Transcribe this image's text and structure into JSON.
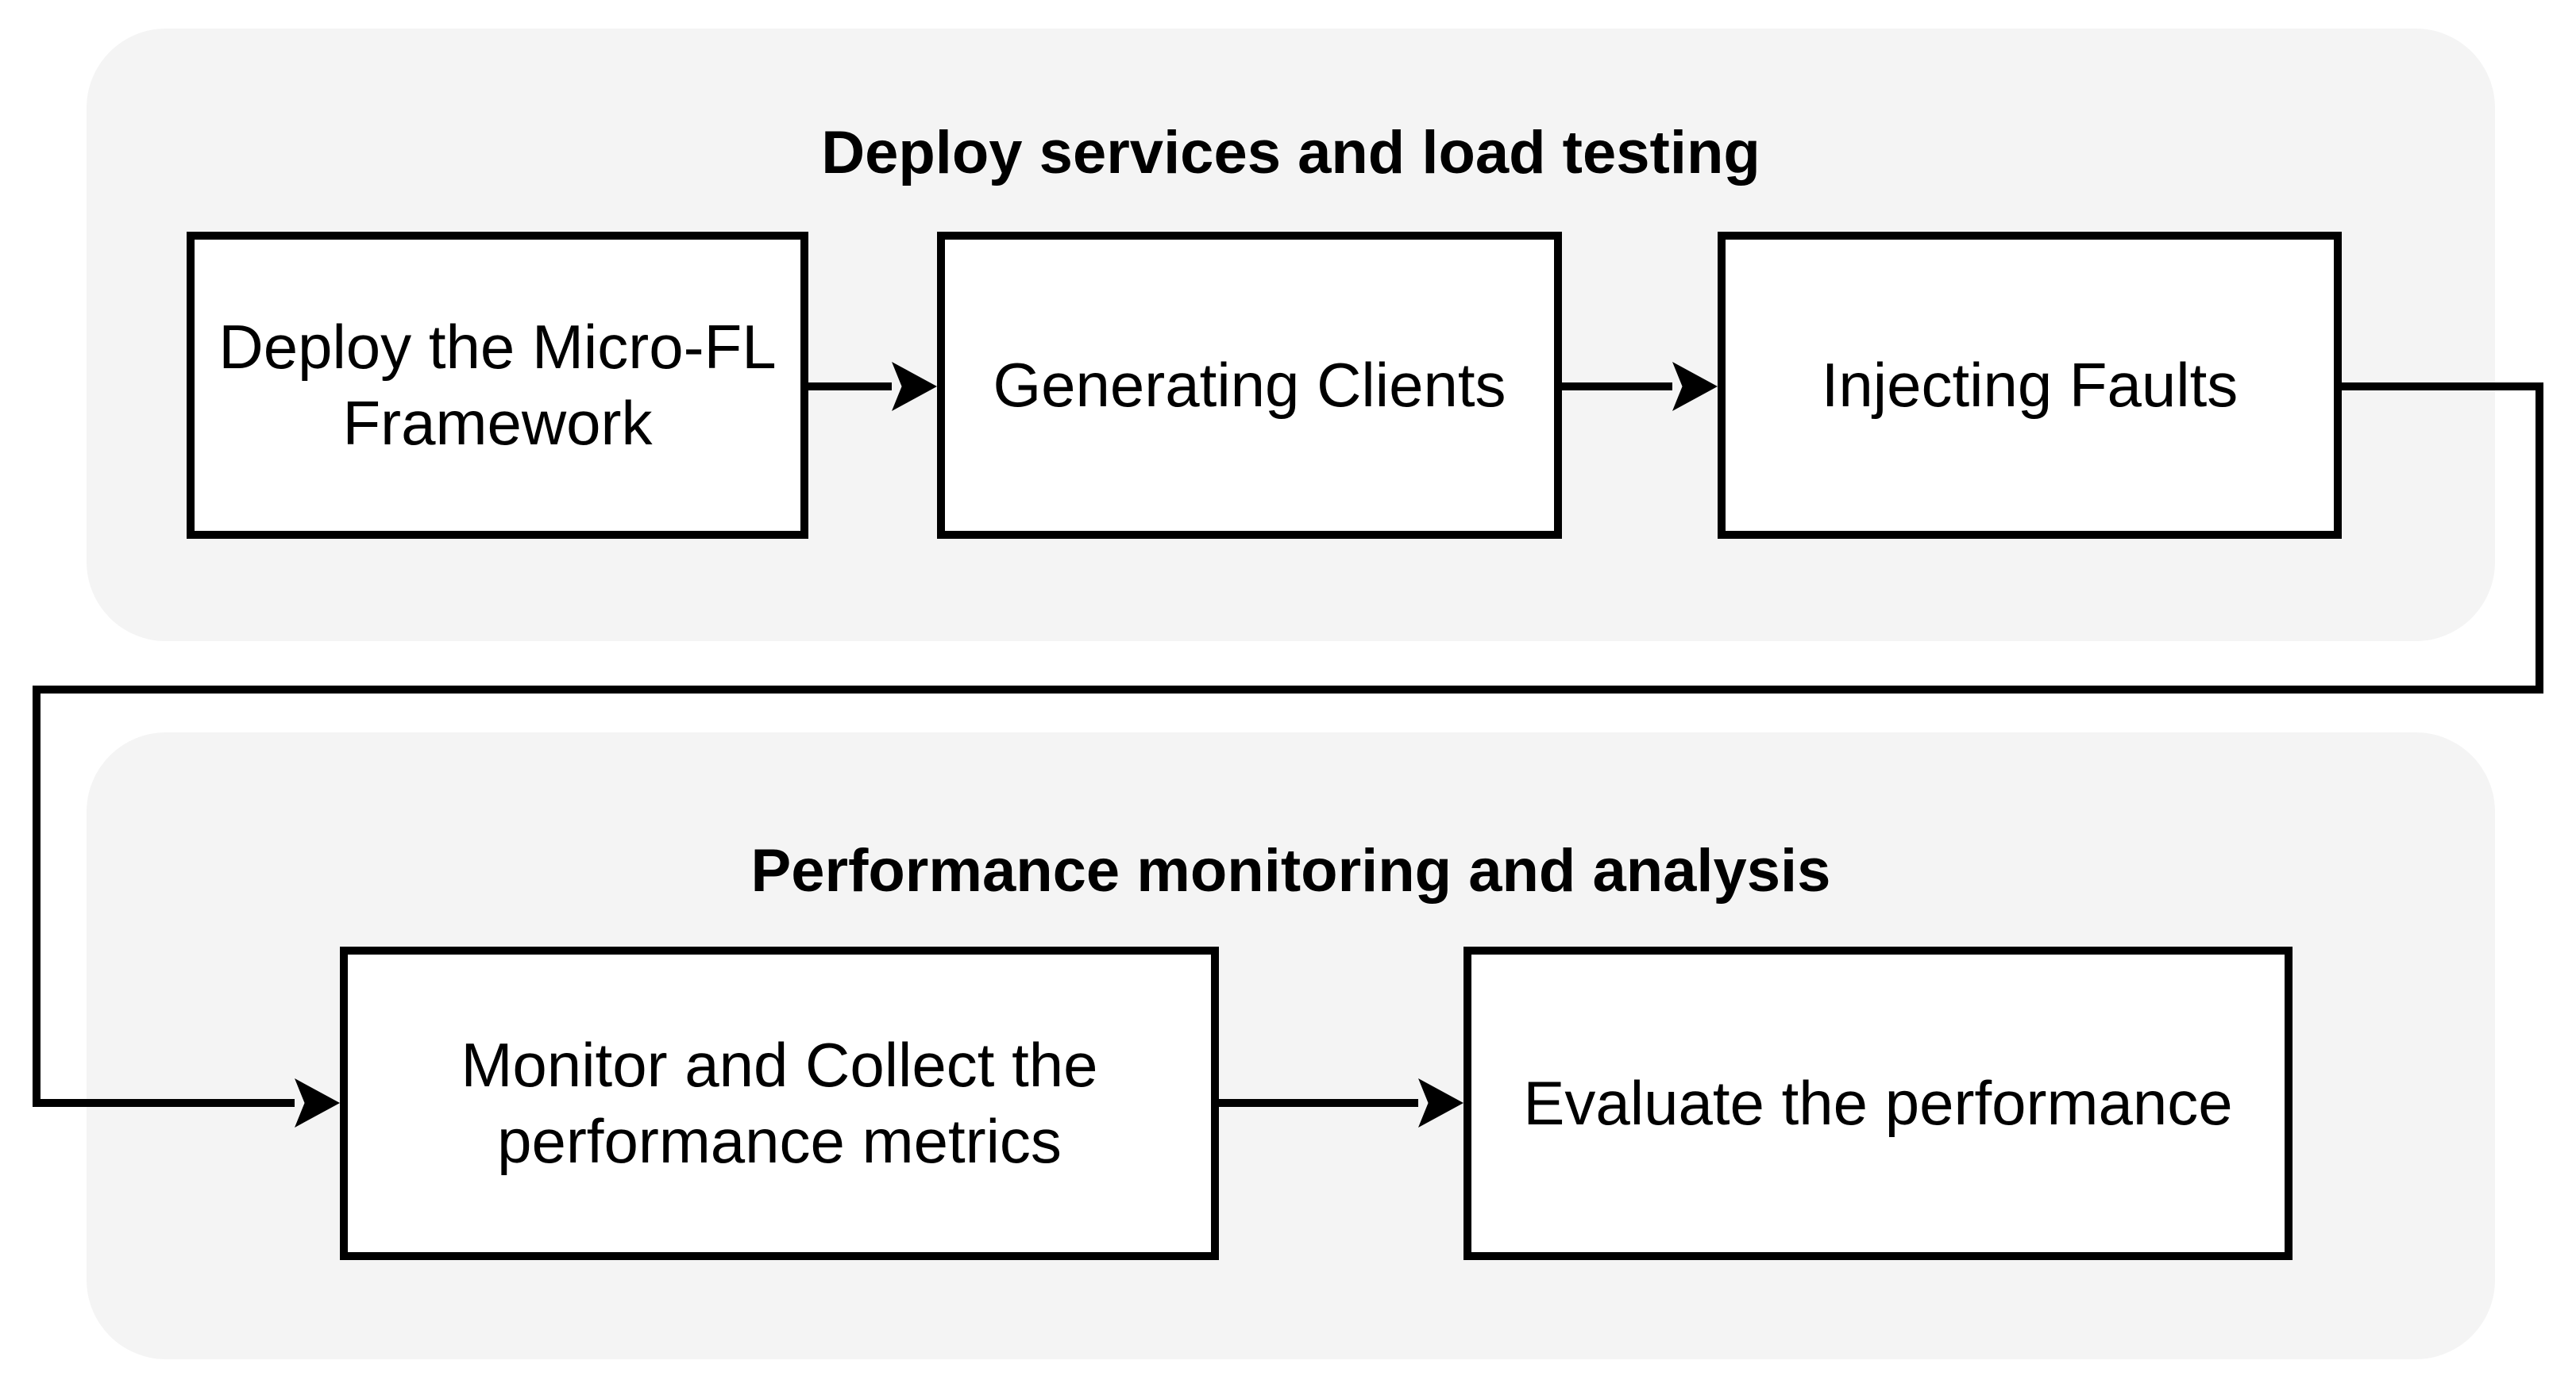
{
  "diagram": {
    "groups": {
      "top": {
        "title": "Deploy services and load testing"
      },
      "bottom": {
        "title": "Performance monitoring and analysis"
      }
    },
    "nodes": {
      "deploy_framework": "Deploy the Micro-FL Framework",
      "generating_clients": "Generating Clients",
      "injecting_faults": "Injecting Faults",
      "monitor_collect": "Monitor and Collect the performance metrics",
      "evaluate_performance": "Evaluate the performance"
    },
    "colors": {
      "group_background": "#f4f4f4",
      "node_background": "#ffffff",
      "line": "#000000",
      "text": "#000000"
    }
  }
}
